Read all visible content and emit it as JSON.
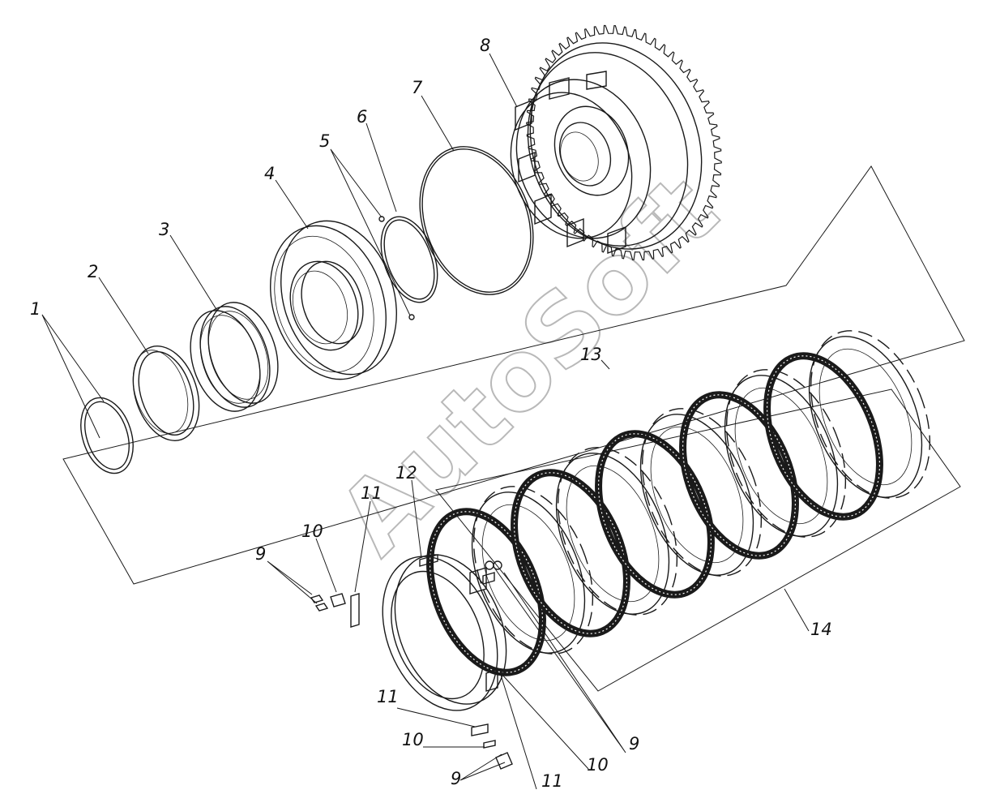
{
  "watermark": "AutoSoft",
  "callouts": {
    "c1": "1",
    "c2": "2",
    "c3": "3",
    "c4": "4",
    "c5": "5",
    "c6": "6",
    "c7": "7",
    "c8": "8",
    "c9a": "9",
    "c9b": "9",
    "c9c": "9",
    "c10a": "10",
    "c10b": "10",
    "c10c": "10",
    "c11a": "11",
    "c11b": "11",
    "c11c": "11",
    "c12": "12",
    "c13": "13",
    "c14": "14"
  }
}
